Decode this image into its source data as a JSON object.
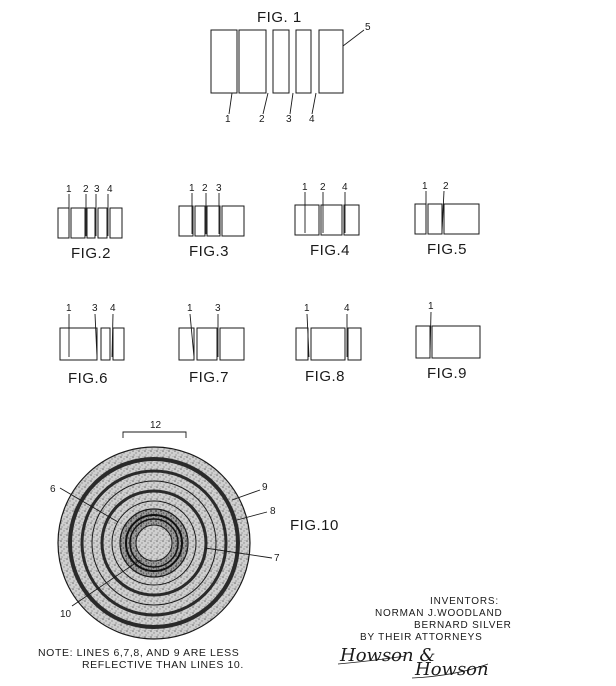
{
  "figures": {
    "fig1": {
      "caption": "FIG. 1",
      "labels": [
        "1",
        "2",
        "3",
        "4",
        "5"
      ]
    },
    "fig2": {
      "caption": "FIG.2",
      "labels": [
        "1",
        "2",
        "3",
        "4"
      ]
    },
    "fig3": {
      "caption": "FIG.3",
      "labels": [
        "1",
        "2",
        "3"
      ]
    },
    "fig4": {
      "caption": "FIG.4",
      "labels": [
        "1",
        "2",
        "4"
      ]
    },
    "fig5": {
      "caption": "FIG.5",
      "labels": [
        "1",
        "2"
      ]
    },
    "fig6": {
      "caption": "FIG.6",
      "labels": [
        "1",
        "3",
        "4"
      ]
    },
    "fig7": {
      "caption": "FIG.7",
      "labels": [
        "1",
        "3"
      ]
    },
    "fig8": {
      "caption": "FIG.8",
      "labels": [
        "1",
        "4"
      ]
    },
    "fig9": {
      "caption": "FIG.9",
      "labels": [
        "1"
      ]
    },
    "fig10": {
      "caption": "FIG.10",
      "labels": [
        "12",
        "6",
        "9",
        "8",
        "7",
        "10"
      ]
    }
  },
  "note": {
    "line1": "NOTE: LINES 6,7,8, AND 9 ARE LESS",
    "line2": "REFLECTIVE THAN LINES 10."
  },
  "inventors": {
    "heading": "INVENTORS:",
    "name1": "NORMAN J.WOODLAND",
    "name2": "BERNARD SILVER",
    "attorneys": "BY THEIR ATTORNEYS",
    "signature1": "Howson &",
    "signature2": "Howson"
  }
}
